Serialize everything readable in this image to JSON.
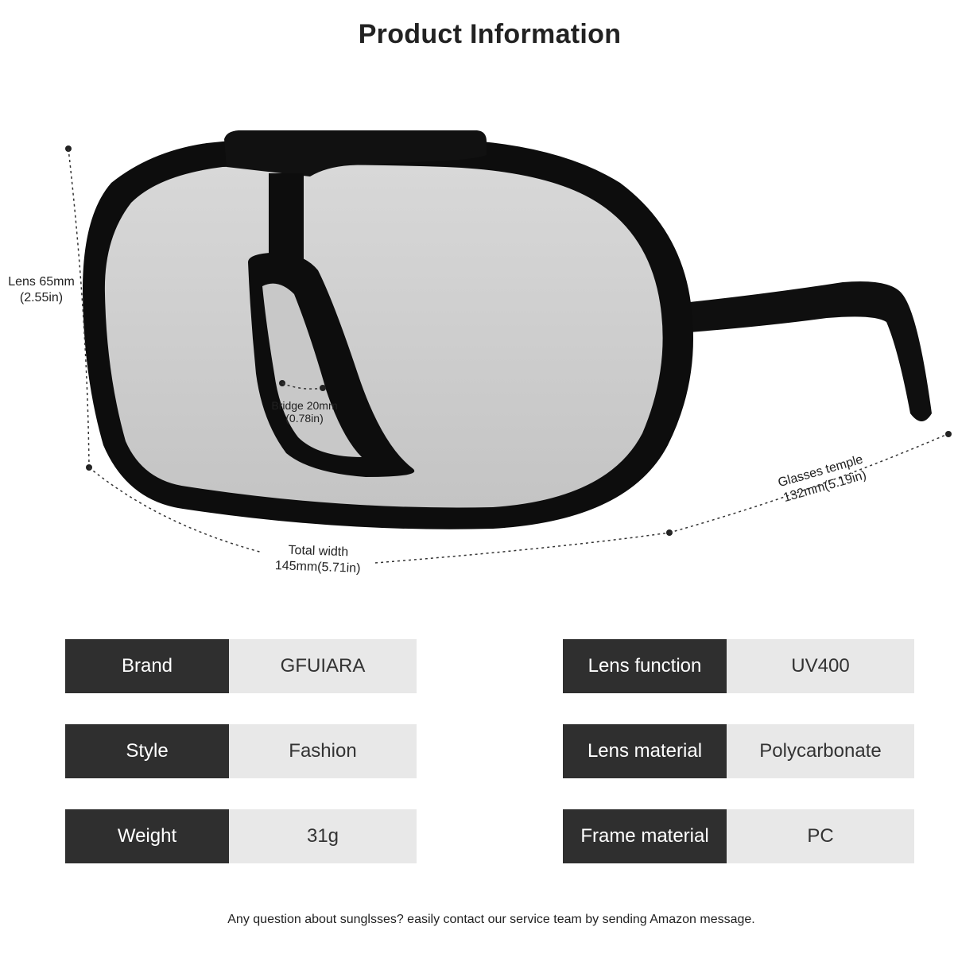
{
  "title": "Product Information",
  "dimensions": {
    "lens": {
      "line1": "Lens 65mm",
      "line2": "(2.55in)"
    },
    "bridge": {
      "line1": "Bridge 20mm",
      "line2": "(0.78in)"
    },
    "total_width": {
      "line1": "Total width",
      "line2": "145mm(5.71in)"
    },
    "temple": {
      "line1": "Glasses temple",
      "line2": "132mm(5.19in)"
    }
  },
  "specs": {
    "left": [
      {
        "key": "Brand",
        "value": "GFUIARA"
      },
      {
        "key": "Style",
        "value": "Fashion"
      },
      {
        "key": "Weight",
        "value": "31g"
      }
    ],
    "right": [
      {
        "key": "Lens function",
        "value": "UV400"
      },
      {
        "key": "Lens material",
        "value": "Polycarbonate"
      },
      {
        "key": "Frame material",
        "value": "PC"
      }
    ]
  },
  "footer": "Any question about sunglsses? easily contact our service team by sending Amazon message.",
  "colors": {
    "key_bg": "#2f2f2f",
    "value_bg": "#e8e8e8",
    "frame": "#111111",
    "lens": "#c9c9c9"
  }
}
